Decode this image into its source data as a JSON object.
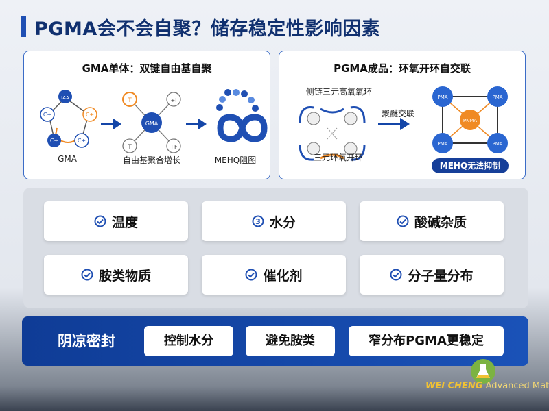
{
  "title": "PGMA会不会自聚？储存稳定性影响因素",
  "gma_panel": {
    "title": "GMA单体：双键自由基自聚",
    "captions": {
      "gma": "GMA",
      "growth": "自由基聚合增长",
      "mehq": "MEHQ阻图"
    },
    "molecule_labels": {
      "left_top": "IAA",
      "left_left": "C+",
      "left_right": "C+",
      "left_bottom_left": "C+",
      "left_bottom_right": "C+",
      "center": "GMA",
      "sat_tl": "T",
      "sat_tr": "+I",
      "sat_bl": "T",
      "sat_br": "+F"
    }
  },
  "pgma_panel": {
    "title": "PGMA成品：环氧开环自交联",
    "side_chain_label": "侧链三元高氧氧环",
    "ring_label": "三元环氧开环",
    "crosslink_label": "聚醚交联",
    "node_label": "PMA",
    "center_label": "PNMA",
    "badge": "MEHQ无法抑制"
  },
  "factors": [
    {
      "label": "温度",
      "icon": "check-circle-icon"
    },
    {
      "label": "水分",
      "icon": "number-three-circle-icon",
      "glyph": "3"
    },
    {
      "label": "酸碱杂质",
      "icon": "check-circle-icon"
    },
    {
      "label": "胺类物质",
      "icon": "check-circle-icon"
    },
    {
      "label": "催化剂",
      "icon": "check-circle-icon"
    },
    {
      "label": "分子量分布",
      "icon": "check-circle-icon"
    }
  ],
  "storage": {
    "label": "阴凉密封",
    "actions": [
      "控制水分",
      "避免胺类",
      "窄分布PGMA更稳定"
    ]
  },
  "logo": {
    "brand": "WEI CHENG",
    "suffix": "Advanced Material"
  },
  "colors": {
    "accent": "#1f4fb3",
    "orange": "#f08a24",
    "band": "#1446a8"
  }
}
